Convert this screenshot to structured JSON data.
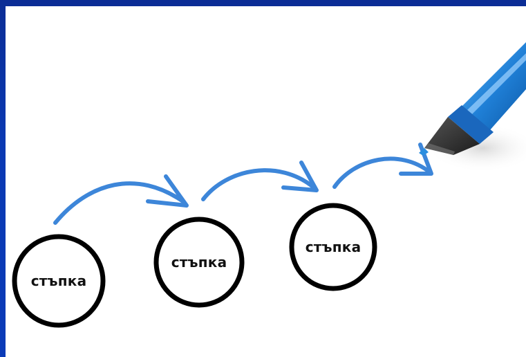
{
  "steps": [
    {
      "label": "стъпка"
    },
    {
      "label": "стъпка"
    },
    {
      "label": "стъпка"
    }
  ],
  "colors": {
    "arrow": "#3d86d9",
    "circle": "#000000",
    "frame": "#0b3bb8",
    "pen_barrel": "#2a8ee0",
    "pen_tip": "#2b2b2b"
  },
  "icons": [
    "pen-icon",
    "arrow-icon"
  ]
}
